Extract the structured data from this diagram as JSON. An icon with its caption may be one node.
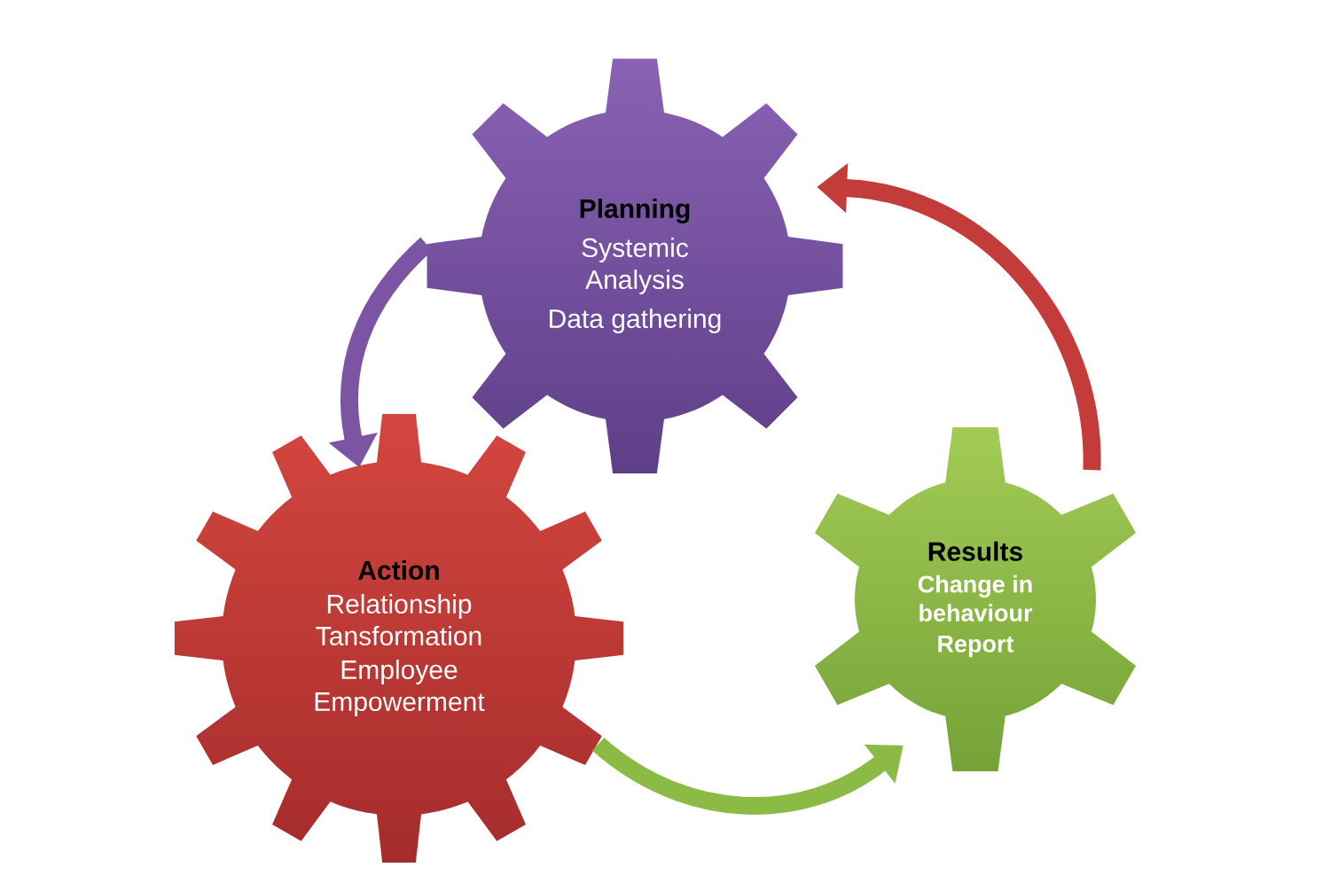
{
  "diagram": {
    "nodes": [
      {
        "text": [
          "Planning",
          "Systemic Analysis",
          "Data gathering"
        ]
      },
      {
        "text": [
          "Action",
          "Relationship Tansformation",
          "Employee Empowerment"
        ]
      },
      {
        "text": [
          "Results",
          "Change in behaviour",
          "Report"
        ]
      }
    ],
    "edges": [
      {
        "from": 0,
        "to": 1,
        "arrow": "to",
        "color": "#7b55a3"
      },
      {
        "from": 1,
        "to": 2,
        "arrow": "to",
        "color": "#8cbb45"
      },
      {
        "from": 2,
        "to": 0,
        "arrow": "to",
        "color": "#c43c3a"
      }
    ]
  }
}
